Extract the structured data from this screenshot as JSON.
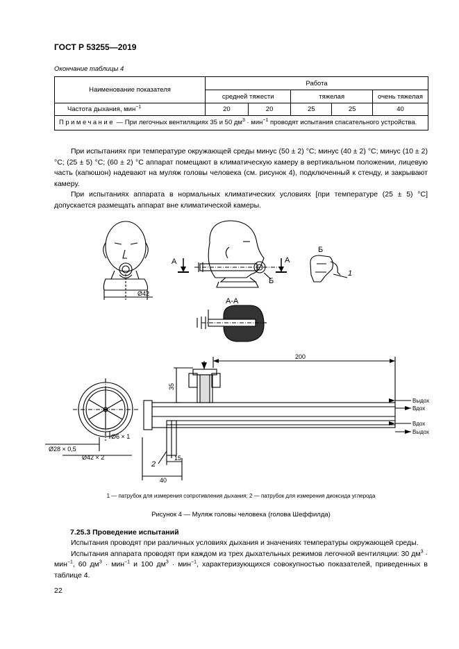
{
  "header": "ГОСТ Р 53255—2019",
  "table_caption": "Окончание таблицы 4",
  "table": {
    "col_name": "Наименование показателя",
    "group": "Работа",
    "sub": [
      "средней тяжести",
      "тяжелая",
      "очень тяжелая"
    ],
    "row_label": "Частота дыхания, мин",
    "row_sup": "−1",
    "row_values": [
      "20",
      "20",
      "25",
      "25",
      "40"
    ],
    "note_word": "Примечание",
    "note_text_a": " — При легочных вентиляциях 35 и 50 дм",
    "note_sup_a": "3",
    "note_text_b": " · мин",
    "note_sup_b": "−1",
    "note_text_c": " проводят испытания спасательного устройства."
  },
  "para1": "При испытаниях при температуре окружающей среды минус (50 ± 2) °С; минус (40 ± 2) °С; минус (10 ± 2) °С; (25 ± 5) °С; (60 ± 2) °С аппарат помещают в климатическую камеру в вертикальном положении, лицевую часть (капюшон) надевают на муляж головы человека (см. рисунок 4), подключенный к стенду, и закрывают камеру.",
  "para2": "При испытаниях аппарата в нормальных климатических условиях [при температуре (25 ± 5) °С] допускается размещать аппарат вне климатической камеры.",
  "figure": {
    "label_A": "А",
    "label_B": "Б",
    "label_AA": "А-А",
    "label_1": "1",
    "label_2": "2",
    "dim_d42": "Ø42",
    "dim_200": "200",
    "dim_35": "35",
    "dim_d28": "Ø28 × 0,5",
    "dim_d6": "Ø6 × 1",
    "dim_d42x2": "Ø42 × 2",
    "dim_15": "15",
    "dim_40": "40",
    "vydokh": "Выдох",
    "vdokh": "Вдох"
  },
  "legend": "1 — патрубок для измерения сопротивления дыхания; 2 — патрубок для измерения диоксида углерода",
  "fig_caption": "Рисунок 4 — Муляж головы человека (голова Шеффилда)",
  "section_title": "7.25.3 Проведение испытаний",
  "para3": "Испытания проводят при различных условиях дыхания и значениях температуры окружающей среды.",
  "para4_a": "Испытания аппарата проводят при каждом из трех дыхательных режимов легочной вентиляции: 30 дм",
  "para4_b": " · мин",
  "para4_c": ", 60 дм",
  "para4_d": " · мин",
  "para4_e": " и 100 дм",
  "para4_f": " · мин",
  "para4_g": ", характеризующихся совокупностью показателей, приведенных в таблице 4.",
  "sup3": "3",
  "supm1": "−1",
  "page_number": "22"
}
